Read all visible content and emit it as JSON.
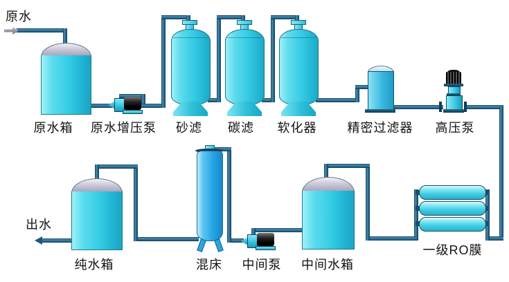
{
  "labels": {
    "raw_water": "原水",
    "raw_water_tank": "原水箱",
    "booster_pump": "原水增压泵",
    "sand_filter": "砂滤",
    "carbon_filter": "碳滤",
    "softener": "软化器",
    "precision_filter": "精密过滤器",
    "high_pressure_pump": "高压泵",
    "ro_membrane": "一级RO膜",
    "intermediate_tank": "中间水箱",
    "intermediate_pump": "中间泵",
    "mixed_bed": "混床",
    "pure_water_tank": "纯水箱",
    "outlet_water": "出水"
  },
  "flow_sequence": [
    "原水",
    "原水箱",
    "原水增压泵",
    "砂滤",
    "碳滤",
    "软化器",
    "精密过滤器",
    "高压泵",
    "一级RO膜",
    "中间水箱",
    "中间泵",
    "混床",
    "纯水箱",
    "出水"
  ],
  "colors": {
    "pipe": "#1d5878",
    "vessel_cyan": "#3ecde4",
    "tank_dome_gray": "#b3b1c4",
    "mixed_bed_blue": "#2aa6e6",
    "pump_motor_black": "#111111",
    "inlet_arrow_gray": "#8a8f98",
    "background": "#ffffff",
    "text": "#121212"
  }
}
